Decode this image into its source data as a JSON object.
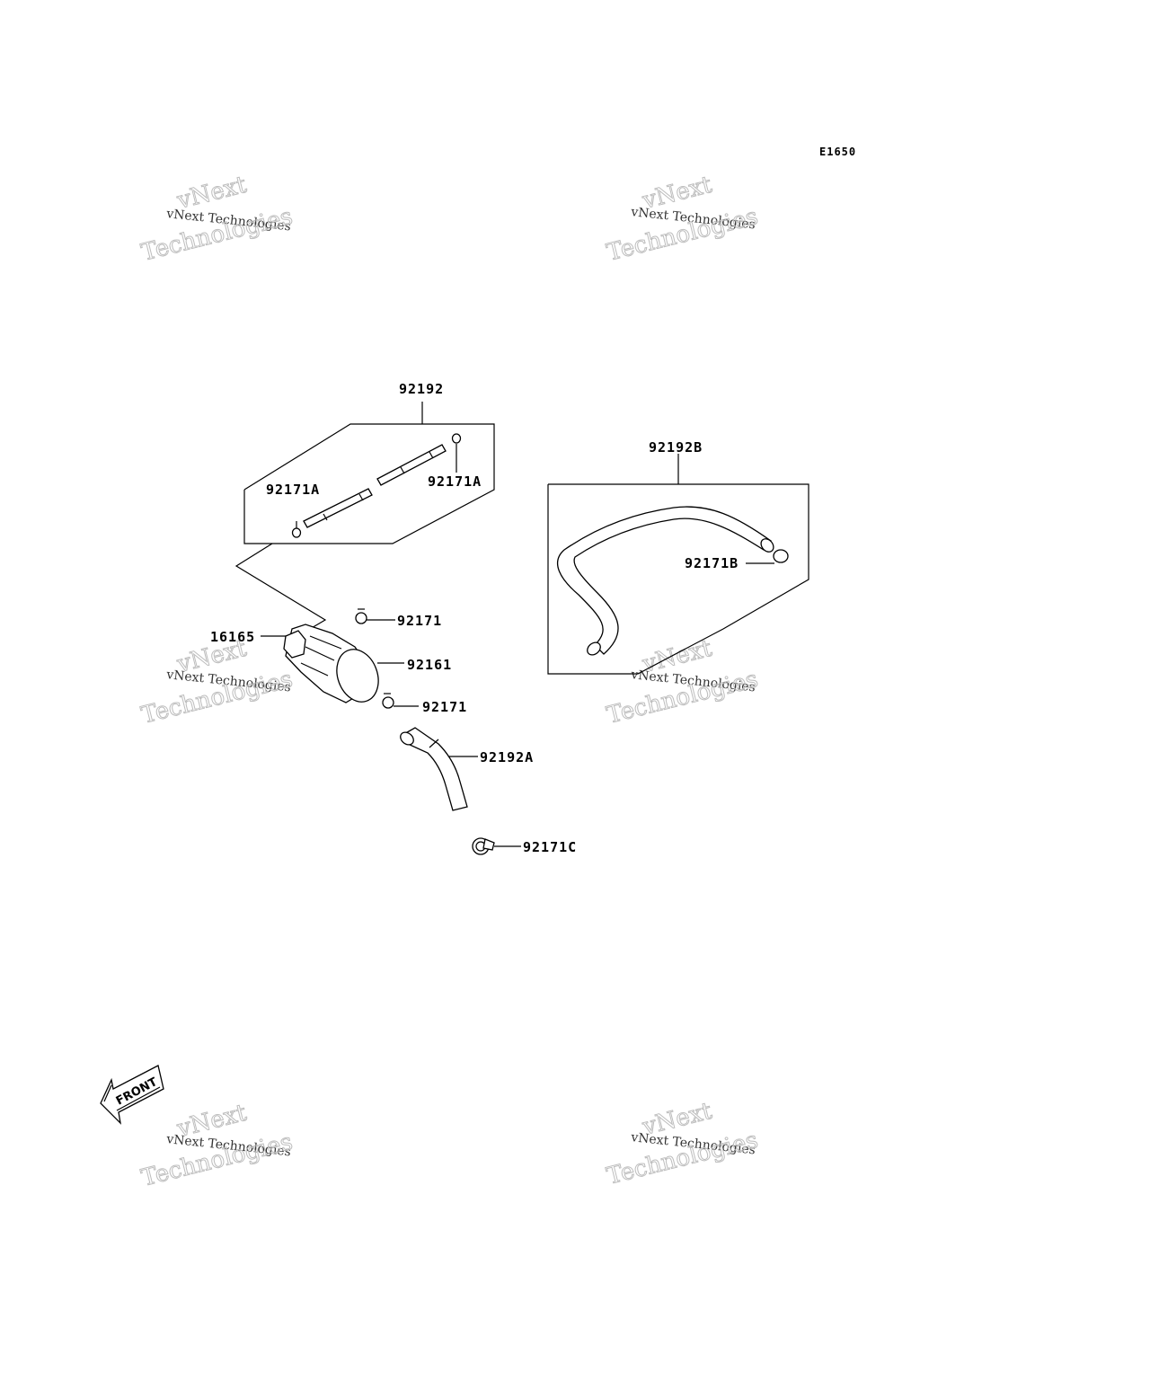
{
  "diagram": {
    "code": "E1650",
    "front_label": "FRONT",
    "parts": {
      "p92192": "92192",
      "p92171A_left": "92171A",
      "p92171A_right": "92171A",
      "p92192B": "92192B",
      "p92171B": "92171B",
      "p92171_upper": "92171",
      "p16165": "16165",
      "p92161": "92161",
      "p92171_lower": "92171",
      "p92192A": "92192A",
      "p92171C": "92171C"
    }
  },
  "watermark": {
    "line1": "vNext Technologies",
    "line2": "vNext",
    "line3": "Technologies"
  }
}
